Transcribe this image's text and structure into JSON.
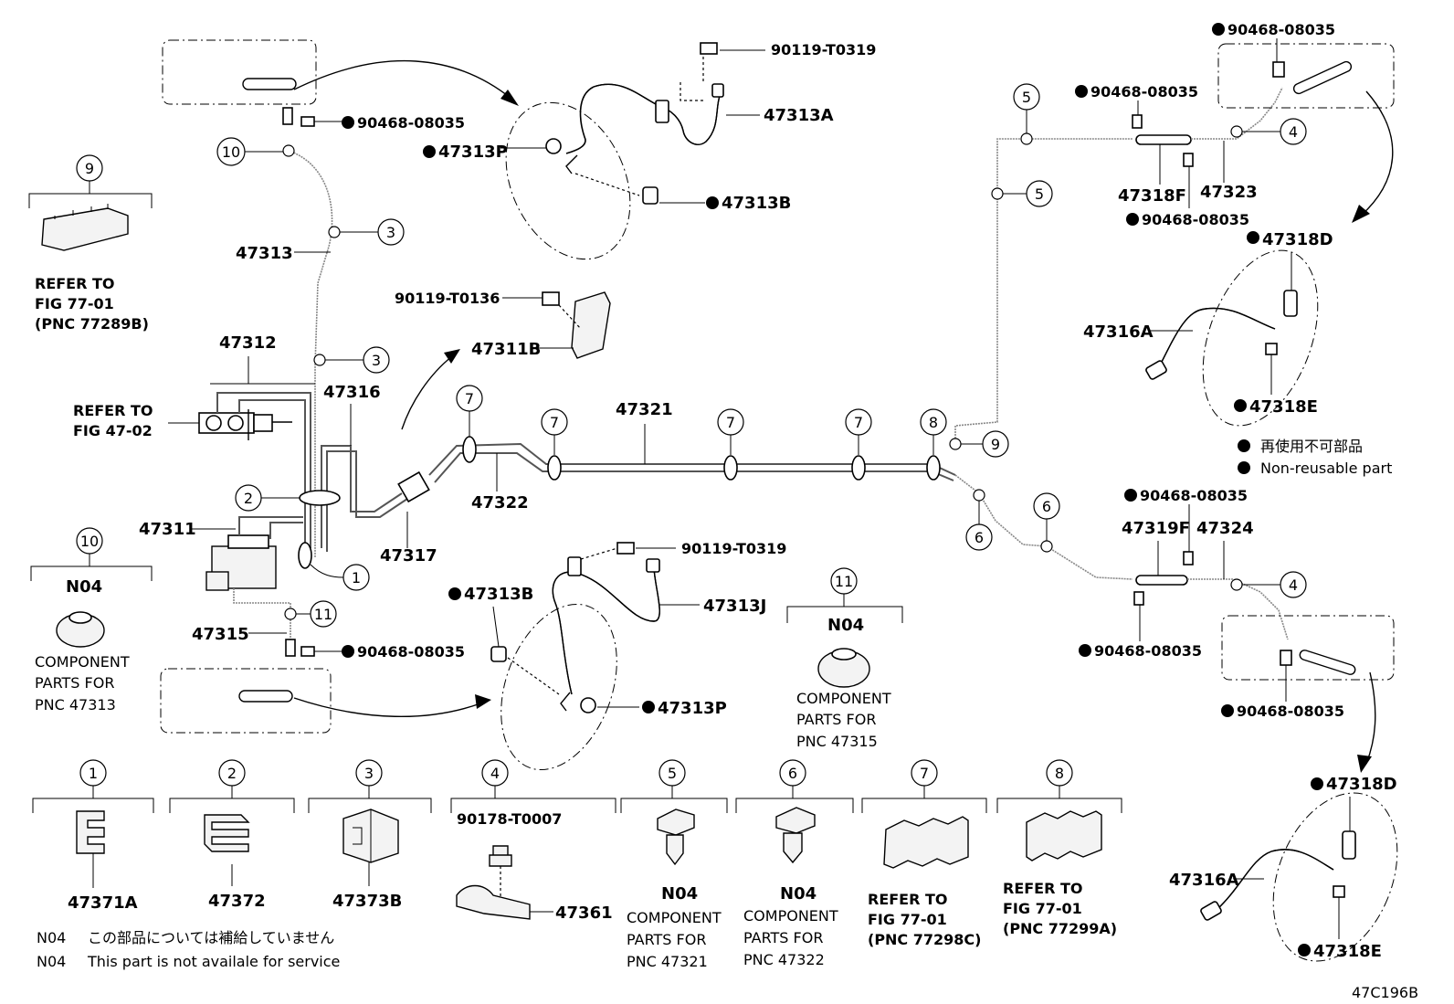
{
  "callouts": [
    {
      "id": "c1",
      "label": "90119-T0319"
    },
    {
      "id": "c2",
      "label": "47313A"
    },
    {
      "id": "c3",
      "label": "47313P"
    },
    {
      "id": "c4",
      "label": "47313B"
    },
    {
      "id": "c5",
      "label": "90468-08035"
    },
    {
      "id": "c6",
      "label": "47313"
    },
    {
      "id": "c7",
      "label": "90119-T0136"
    },
    {
      "id": "c8",
      "label": "47311B"
    },
    {
      "id": "c9",
      "label": "47312"
    },
    {
      "id": "c10",
      "label": "47316"
    },
    {
      "id": "c11",
      "label": "47321"
    },
    {
      "id": "c12",
      "label": "47322"
    },
    {
      "id": "c13",
      "label": "47317"
    },
    {
      "id": "c14",
      "label": "47311"
    },
    {
      "id": "c15",
      "label": "47315"
    },
    {
      "id": "c16",
      "label": "90468-08035"
    },
    {
      "id": "c17",
      "label": "47313B"
    },
    {
      "id": "c18",
      "label": "90119-T0319"
    },
    {
      "id": "c19",
      "label": "47313J"
    },
    {
      "id": "c20",
      "label": "47313P"
    },
    {
      "id": "c21",
      "label": "90468-08035"
    },
    {
      "id": "c22",
      "label": "90468-08035"
    },
    {
      "id": "c23",
      "label": "47318F"
    },
    {
      "id": "c24",
      "label": "47323"
    },
    {
      "id": "c25",
      "label": "90468-08035"
    },
    {
      "id": "c26",
      "label": "47318D"
    },
    {
      "id": "c27",
      "label": "47316A"
    },
    {
      "id": "c28",
      "label": "47318E"
    },
    {
      "id": "c29",
      "label": "90468-08035"
    },
    {
      "id": "c30",
      "label": "47319F"
    },
    {
      "id": "c31",
      "label": "47324"
    },
    {
      "id": "c32",
      "label": "90468-08035"
    },
    {
      "id": "c33",
      "label": "90468-08035"
    },
    {
      "id": "c34",
      "label": "47318D"
    },
    {
      "id": "c35",
      "label": "47316A"
    },
    {
      "id": "c36",
      "label": "47318E"
    },
    {
      "id": "c37",
      "label": "90178-T0007"
    },
    {
      "id": "c38",
      "label": "47361"
    },
    {
      "id": "c39",
      "label": "47371A"
    },
    {
      "id": "c40",
      "label": "47372"
    },
    {
      "id": "c41",
      "label": "47373B"
    }
  ],
  "numbers": {
    "n1": "1",
    "n2": "2",
    "n3": "3",
    "n4": "4",
    "n5": "5",
    "n6": "6",
    "n7": "7",
    "n8": "8",
    "n9": "9",
    "n10": "10",
    "n11": "11"
  },
  "refer": {
    "refer_to": "REFER TO",
    "fig_77_01": "FIG 77-01",
    "pnc_77289b": "(PNC 77289B)",
    "fig_47_02": "FIG 47-02",
    "pnc_77298c": "(PNC 77298C)",
    "pnc_77299a": "(PNC 77299A)"
  },
  "component": {
    "n04": "N04",
    "component": "COMPONENT",
    "parts_for": "PARTS FOR",
    "pnc_47313": "PNC 47313",
    "pnc_47315": "PNC 47315",
    "pnc_47321": "PNC 47321",
    "pnc_47322": "PNC 47322"
  },
  "legend": {
    "jp": "再使用不可部品",
    "en": "Non-reusable part"
  },
  "notes": {
    "code": "N04",
    "jp": "この部品については補給していません",
    "en": "This part is not availale for service"
  },
  "figure_id": "47C196B"
}
